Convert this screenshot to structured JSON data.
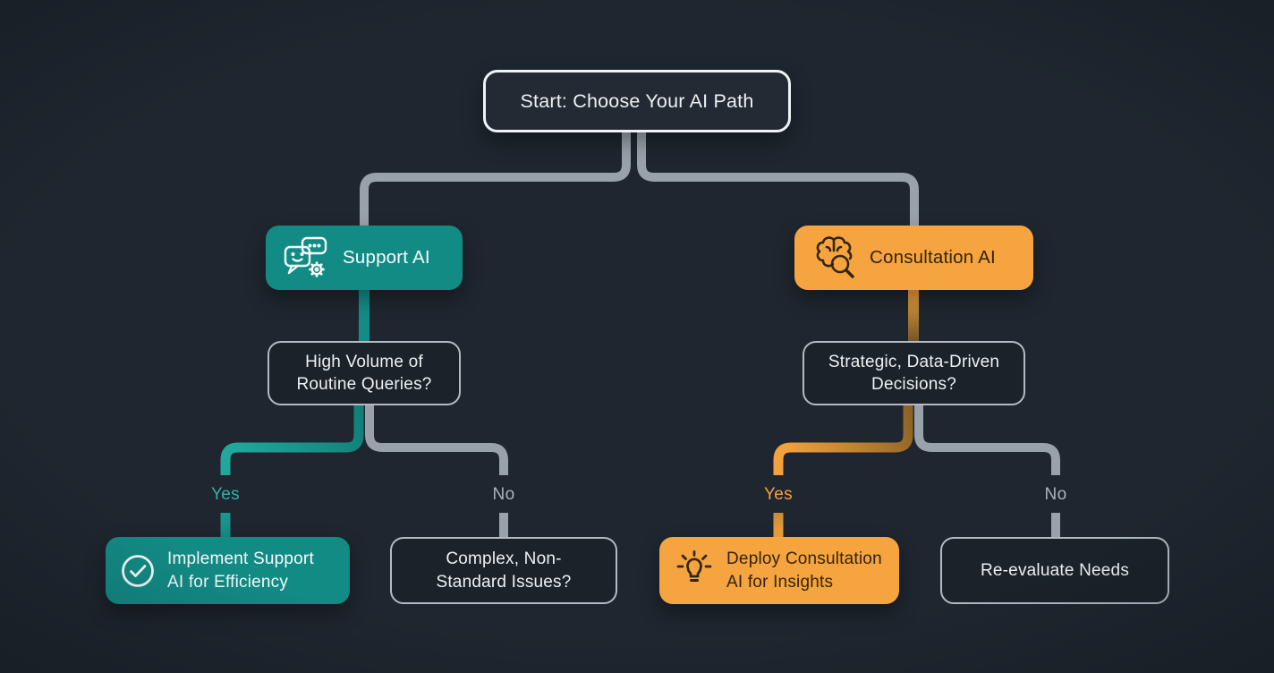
{
  "diagram": {
    "type": "decision-flowchart",
    "nodes": {
      "start": {
        "label": "Start: Choose Your AI Path"
      },
      "support": {
        "label": "Support AI",
        "icon": "chat-gear-icon"
      },
      "consultation": {
        "label": "Consultation AI",
        "icon": "brain-search-icon"
      },
      "support_question": {
        "label": "High Volume of Routine Queries?"
      },
      "consultation_question": {
        "label": "Strategic, Data-Driven Decisions?"
      },
      "support_yes_outcome": {
        "label": "Implement Support AI for Efficiency",
        "icon": "check-circle-icon"
      },
      "support_no_outcome": {
        "label": "Complex, Non-Standard Issues?"
      },
      "consultation_yes_outcome": {
        "label": "Deploy Consultation AI for Insights",
        "icon": "lightbulb-icon"
      },
      "consultation_no_outcome": {
        "label": "Re-evaluate Needs"
      }
    },
    "edge_labels": {
      "support_yes": "Yes",
      "support_no": "No",
      "consultation_yes": "Yes",
      "consultation_no": "No"
    },
    "colors": {
      "background": "#1f262f",
      "teal": "#138b85",
      "teal_bright": "#21a89b",
      "orange": "#f5a43f",
      "connector_gray": "#99a1ab",
      "outline_border": "#b2bac3",
      "start_border": "#f0f3f6",
      "text_light": "#eef1f4",
      "text_dark_on_orange": "#33240b",
      "yes_label_teal": "#2fb3a6",
      "yes_label_orange": "#f3a13c",
      "no_label_gray": "#aab2bc"
    }
  }
}
